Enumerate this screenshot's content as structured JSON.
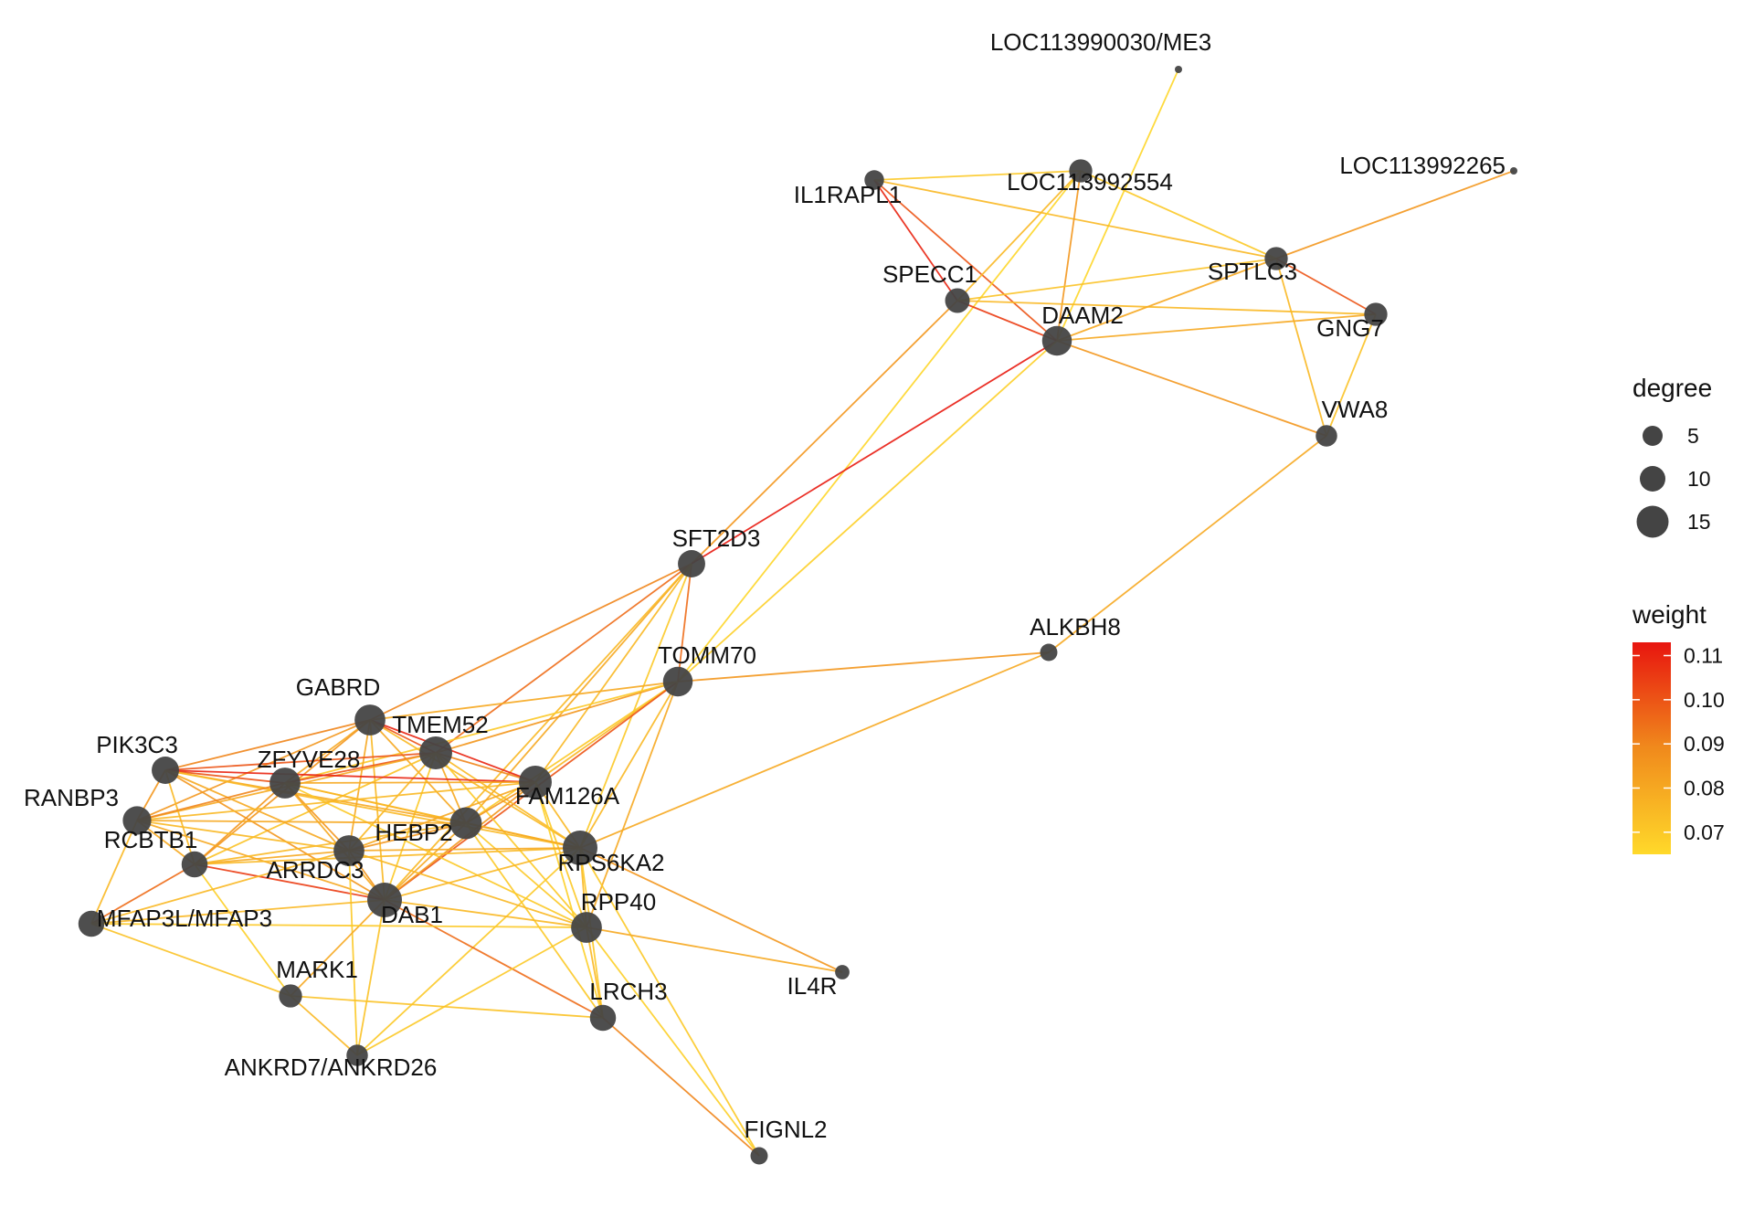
{
  "nodes": [
    {
      "id": "LOC113990030/ME3",
      "degree": 1
    },
    {
      "id": "LOC113992265",
      "degree": 1
    },
    {
      "id": "IL1RAPL1",
      "degree": 4
    },
    {
      "id": "LOC113992554",
      "degree": 6
    },
    {
      "id": "SPECC1",
      "degree": 7
    },
    {
      "id": "SPTLC3",
      "degree": 6
    },
    {
      "id": "GNG7",
      "degree": 6
    },
    {
      "id": "DAAM2",
      "degree": 11
    },
    {
      "id": "VWA8",
      "degree": 5
    },
    {
      "id": "SFT2D3",
      "degree": 9
    },
    {
      "id": "ALKBH8",
      "degree": 3
    },
    {
      "id": "TOMM70",
      "degree": 11
    },
    {
      "id": "GABRD",
      "degree": 12
    },
    {
      "id": "TMEM52",
      "degree": 14
    },
    {
      "id": "PIK3C3",
      "degree": 9
    },
    {
      "id": "ZFYVE28",
      "degree": 12
    },
    {
      "id": "FAM126A",
      "degree": 14
    },
    {
      "id": "RANBP3",
      "degree": 10
    },
    {
      "id": "HEBP2",
      "degree": 13
    },
    {
      "id": "RCBTB1",
      "degree": 8
    },
    {
      "id": "RPS6KA2",
      "degree": 16
    },
    {
      "id": "ARRDC3",
      "degree": 12
    },
    {
      "id": "DAB1",
      "degree": 16
    },
    {
      "id": "RPP40",
      "degree": 12
    },
    {
      "id": "MFAP3L/MFAP3",
      "degree": 8
    },
    {
      "id": "MARK1",
      "degree": 6
    },
    {
      "id": "IL4R",
      "degree": 2
    },
    {
      "id": "LRCH3",
      "degree": 8
    },
    {
      "id": "ANKRD7/ANKRD26",
      "degree": 5
    },
    {
      "id": "FIGNL2",
      "degree": 3
    }
  ],
  "edges": [
    {
      "source": "LOC113990030/ME3",
      "target": "DAAM2",
      "weight": 0.066
    },
    {
      "source": "IL1RAPL1",
      "target": "LOC113992554",
      "weight": 0.07
    },
    {
      "source": "IL1RAPL1",
      "target": "SPECC1",
      "weight": 0.11
    },
    {
      "source": "IL1RAPL1",
      "target": "DAAM2",
      "weight": 0.1
    },
    {
      "source": "IL1RAPL1",
      "target": "SPTLC3",
      "weight": 0.075
    },
    {
      "source": "LOC113992554",
      "target": "SPTLC3",
      "weight": 0.07
    },
    {
      "source": "LOC113992554",
      "target": "DAAM2",
      "weight": 0.085
    },
    {
      "source": "LOC113992554",
      "target": "SPECC1",
      "weight": 0.075
    },
    {
      "source": "LOC113992554",
      "target": "TOMM70",
      "weight": 0.066
    },
    {
      "source": "LOC113992265",
      "target": "SPTLC3",
      "weight": 0.085
    },
    {
      "source": "SPECC1",
      "target": "DAAM2",
      "weight": 0.105
    },
    {
      "source": "SPECC1",
      "target": "SPTLC3",
      "weight": 0.072
    },
    {
      "source": "SPECC1",
      "target": "GNG7",
      "weight": 0.075
    },
    {
      "source": "SPECC1",
      "target": "SFT2D3",
      "weight": 0.085
    },
    {
      "source": "SPTLC3",
      "target": "GNG7",
      "weight": 0.1
    },
    {
      "source": "SPTLC3",
      "target": "VWA8",
      "weight": 0.075
    },
    {
      "source": "SPTLC3",
      "target": "DAAM2",
      "weight": 0.08
    },
    {
      "source": "GNG7",
      "target": "VWA8",
      "weight": 0.072
    },
    {
      "source": "GNG7",
      "target": "DAAM2",
      "weight": 0.08
    },
    {
      "source": "DAAM2",
      "target": "VWA8",
      "weight": 0.085
    },
    {
      "source": "DAAM2",
      "target": "SFT2D3",
      "weight": 0.112
    },
    {
      "source": "DAAM2",
      "target": "TOMM70",
      "weight": 0.068
    },
    {
      "source": "VWA8",
      "target": "ALKBH8",
      "weight": 0.08
    },
    {
      "source": "ALKBH8",
      "target": "TOMM70",
      "weight": 0.085
    },
    {
      "source": "ALKBH8",
      "target": "RPS6KA2",
      "weight": 0.08
    },
    {
      "source": "SFT2D3",
      "target": "TOMM70",
      "weight": 0.095
    },
    {
      "source": "SFT2D3",
      "target": "GABRD",
      "weight": 0.09
    },
    {
      "source": "SFT2D3",
      "target": "TMEM52",
      "weight": 0.095
    },
    {
      "source": "SFT2D3",
      "target": "HEBP2",
      "weight": 0.08
    },
    {
      "source": "SFT2D3",
      "target": "FAM126A",
      "weight": 0.075
    },
    {
      "source": "SFT2D3",
      "target": "RPS6KA2",
      "weight": 0.07
    },
    {
      "source": "SFT2D3",
      "target": "DAB1",
      "weight": 0.075
    },
    {
      "source": "TOMM70",
      "target": "GABRD",
      "weight": 0.08
    },
    {
      "source": "TOMM70",
      "target": "TMEM52",
      "weight": 0.085
    },
    {
      "source": "TOMM70",
      "target": "FAM126A",
      "weight": 0.075
    },
    {
      "source": "TOMM70",
      "target": "RPS6KA2",
      "weight": 0.075
    },
    {
      "source": "TOMM70",
      "target": "HEBP2",
      "weight": 0.07
    },
    {
      "source": "TOMM70",
      "target": "DAB1",
      "weight": 0.1
    },
    {
      "source": "TOMM70",
      "target": "RPP40",
      "weight": 0.08
    },
    {
      "source": "TOMM70",
      "target": "ZFYVE28",
      "weight": 0.07
    },
    {
      "source": "GABRD",
      "target": "TMEM52",
      "weight": 0.1
    },
    {
      "source": "GABRD",
      "target": "FAM126A",
      "weight": 0.11
    },
    {
      "source": "GABRD",
      "target": "PIK3C3",
      "weight": 0.09
    },
    {
      "source": "GABRD",
      "target": "ZFYVE28",
      "weight": 0.08
    },
    {
      "source": "GABRD",
      "target": "RANBP3",
      "weight": 0.085
    },
    {
      "source": "GABRD",
      "target": "HEBP2",
      "weight": 0.08
    },
    {
      "source": "GABRD",
      "target": "RPS6KA2",
      "weight": 0.075
    },
    {
      "source": "GABRD",
      "target": "ARRDC3",
      "weight": 0.08
    },
    {
      "source": "GABRD",
      "target": "DAB1",
      "weight": 0.075
    },
    {
      "source": "GABRD",
      "target": "RCBTB1",
      "weight": 0.085
    },
    {
      "source": "TMEM52",
      "target": "PIK3C3",
      "weight": 0.1
    },
    {
      "source": "TMEM52",
      "target": "ZFYVE28",
      "weight": 0.1
    },
    {
      "source": "TMEM52",
      "target": "FAM126A",
      "weight": 0.09
    },
    {
      "source": "TMEM52",
      "target": "HEBP2",
      "weight": 0.08
    },
    {
      "source": "TMEM52",
      "target": "RPS6KA2",
      "weight": 0.075
    },
    {
      "source": "TMEM52",
      "target": "RANBP3",
      "weight": 0.08
    },
    {
      "source": "TMEM52",
      "target": "ARRDC3",
      "weight": 0.075
    },
    {
      "source": "TMEM52",
      "target": "DAB1",
      "weight": 0.07
    },
    {
      "source": "TMEM52",
      "target": "RPP40",
      "weight": 0.07
    },
    {
      "source": "TMEM52",
      "target": "RCBTB1",
      "weight": 0.072
    },
    {
      "source": "PIK3C3",
      "target": "ZFYVE28",
      "weight": 0.1
    },
    {
      "source": "PIK3C3",
      "target": "FAM126A",
      "weight": 0.11
    },
    {
      "source": "PIK3C3",
      "target": "RANBP3",
      "weight": 0.085
    },
    {
      "source": "PIK3C3",
      "target": "HEBP2",
      "weight": 0.08
    },
    {
      "source": "PIK3C3",
      "target": "ARRDC3",
      "weight": 0.08
    },
    {
      "source": "PIK3C3",
      "target": "DAB1",
      "weight": 0.085
    },
    {
      "source": "PIK3C3",
      "target": "RCBTB1",
      "weight": 0.075
    },
    {
      "source": "PIK3C3",
      "target": "RPS6KA2",
      "weight": 0.075
    },
    {
      "source": "ZFYVE28",
      "target": "FAM126A",
      "weight": 0.08
    },
    {
      "source": "ZFYVE28",
      "target": "RANBP3",
      "weight": 0.09
    },
    {
      "source": "ZFYVE28",
      "target": "HEBP2",
      "weight": 0.08
    },
    {
      "source": "ZFYVE28",
      "target": "ARRDC3",
      "weight": 0.085
    },
    {
      "source": "ZFYVE28",
      "target": "RCBTB1",
      "weight": 0.085
    },
    {
      "source": "ZFYVE28",
      "target": "DAB1",
      "weight": 0.08
    },
    {
      "source": "ZFYVE28",
      "target": "RPS6KA2",
      "weight": 0.075
    },
    {
      "source": "ZFYVE28",
      "target": "RPP40",
      "weight": 0.07
    },
    {
      "source": "FAM126A",
      "target": "HEBP2",
      "weight": 0.085
    },
    {
      "source": "FAM126A",
      "target": "RPS6KA2",
      "weight": 0.075
    },
    {
      "source": "FAM126A",
      "target": "ARRDC3",
      "weight": 0.08
    },
    {
      "source": "FAM126A",
      "target": "DAB1",
      "weight": 0.085
    },
    {
      "source": "FAM126A",
      "target": "RPP40",
      "weight": 0.07
    },
    {
      "source": "FAM126A",
      "target": "RANBP3",
      "weight": 0.075
    },
    {
      "source": "FAM126A",
      "target": "LRCH3",
      "weight": 0.068
    },
    {
      "source": "RANBP3",
      "target": "HEBP2",
      "weight": 0.08
    },
    {
      "source": "RANBP3",
      "target": "RCBTB1",
      "weight": 0.08
    },
    {
      "source": "RANBP3",
      "target": "ARRDC3",
      "weight": 0.075
    },
    {
      "source": "RANBP3",
      "target": "DAB1",
      "weight": 0.08
    },
    {
      "source": "RANBP3",
      "target": "MFAP3L/MFAP3",
      "weight": 0.075
    },
    {
      "source": "HEBP2",
      "target": "RPS6KA2",
      "weight": 0.08
    },
    {
      "source": "HEBP2",
      "target": "ARRDC3",
      "weight": 0.085
    },
    {
      "source": "HEBP2",
      "target": "DAB1",
      "weight": 0.08
    },
    {
      "source": "HEBP2",
      "target": "RCBTB1",
      "weight": 0.075
    },
    {
      "source": "HEBP2",
      "target": "RPP40",
      "weight": 0.07
    },
    {
      "source": "HEBP2",
      "target": "LRCH3",
      "weight": 0.07
    },
    {
      "source": "RCBTB1",
      "target": "ARRDC3",
      "weight": 0.08
    },
    {
      "source": "RCBTB1",
      "target": "DAB1",
      "weight": 0.105
    },
    {
      "source": "RCBTB1",
      "target": "MFAP3L/MFAP3",
      "weight": 0.095
    },
    {
      "source": "RCBTB1",
      "target": "RPS6KA2",
      "weight": 0.075
    },
    {
      "source": "RCBTB1",
      "target": "MARK1",
      "weight": 0.068
    },
    {
      "source": "RPS6KA2",
      "target": "ARRDC3",
      "weight": 0.08
    },
    {
      "source": "RPS6KA2",
      "target": "DAB1",
      "weight": 0.075
    },
    {
      "source": "RPS6KA2",
      "target": "RPP40",
      "weight": 0.075
    },
    {
      "source": "RPS6KA2",
      "target": "LRCH3",
      "weight": 0.07
    },
    {
      "source": "RPS6KA2",
      "target": "IL4R",
      "weight": 0.085
    },
    {
      "source": "RPS6KA2",
      "target": "FIGNL2",
      "weight": 0.07
    },
    {
      "source": "RPS6KA2",
      "target": "ANKRD7/ANKRD26",
      "weight": 0.07
    },
    {
      "source": "ARRDC3",
      "target": "DAB1",
      "weight": 0.085
    },
    {
      "source": "ARRDC3",
      "target": "RPP40",
      "weight": 0.075
    },
    {
      "source": "ARRDC3",
      "target": "MFAP3L/MFAP3",
      "weight": 0.075
    },
    {
      "source": "ARRDC3",
      "target": "ANKRD7/ANKRD26",
      "weight": 0.07
    },
    {
      "source": "DAB1",
      "target": "RPP40",
      "weight": 0.075
    },
    {
      "source": "DAB1",
      "target": "LRCH3",
      "weight": 0.095
    },
    {
      "source": "DAB1",
      "target": "MFAP3L/MFAP3",
      "weight": 0.075
    },
    {
      "source": "DAB1",
      "target": "MARK1",
      "weight": 0.08
    },
    {
      "source": "DAB1",
      "target": "ANKRD7/ANKRD26",
      "weight": 0.072
    },
    {
      "source": "RPP40",
      "target": "LRCH3",
      "weight": 0.075
    },
    {
      "source": "RPP40",
      "target": "MFAP3L/MFAP3",
      "weight": 0.07
    },
    {
      "source": "RPP40",
      "target": "IL4R",
      "weight": 0.08
    },
    {
      "source": "RPP40",
      "target": "FIGNL2",
      "weight": 0.068
    },
    {
      "source": "RPP40",
      "target": "ANKRD7/ANKRD26",
      "weight": 0.07
    },
    {
      "source": "MFAP3L/MFAP3",
      "target": "MARK1",
      "weight": 0.072
    },
    {
      "source": "MARK1",
      "target": "LRCH3",
      "weight": 0.072
    },
    {
      "source": "MARK1",
      "target": "ANKRD7/ANKRD26",
      "weight": 0.075
    },
    {
      "source": "LRCH3",
      "target": "FIGNL2",
      "weight": 0.09
    }
  ],
  "legend": {
    "degree": {
      "title": "degree",
      "items": [
        {
          "label": "5",
          "value": 5
        },
        {
          "label": "10",
          "value": 10
        },
        {
          "label": "15",
          "value": 15
        }
      ]
    },
    "weight": {
      "title": "weight",
      "ticks": [
        "0.11",
        "0.10",
        "0.09",
        "0.08",
        "0.07"
      ],
      "tick_values": [
        0.11,
        0.1,
        0.09,
        0.08,
        0.07
      ],
      "range": [
        0.065,
        0.113
      ],
      "color_low": "#FFD92A",
      "color_mid": "#F08A1C",
      "color_high": "#E8150F"
    }
  },
  "colors": {
    "node_fill": "#444444",
    "label_text": "#111111",
    "background": "#FFFFFF"
  }
}
